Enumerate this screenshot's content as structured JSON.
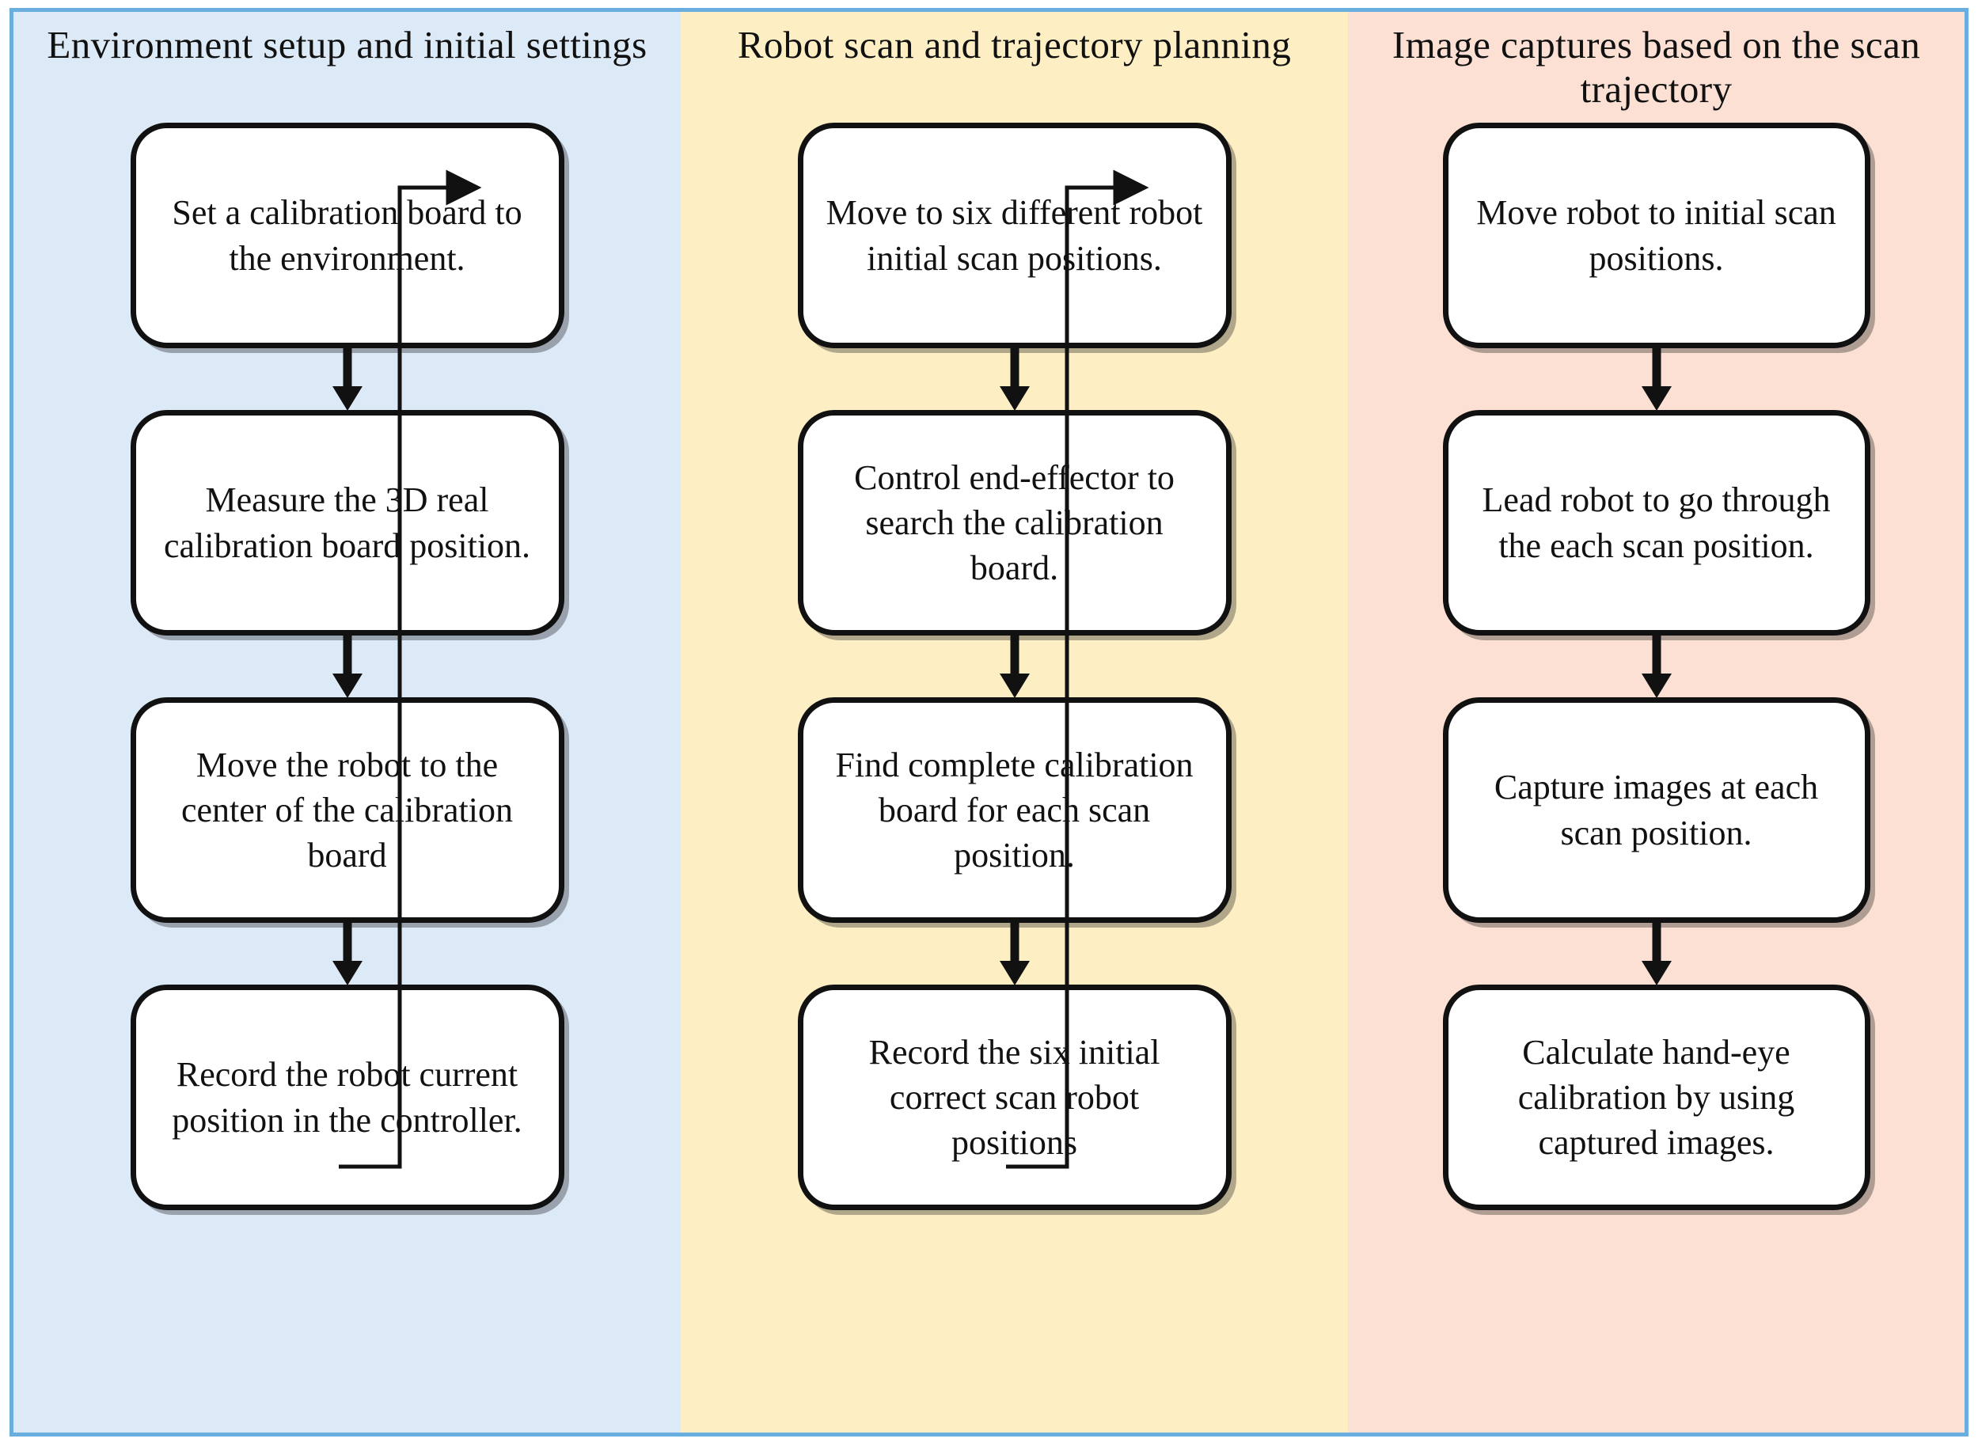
{
  "figure": {
    "type": "flowchart",
    "title": "Hand-eye calibration scan workflow",
    "orientation": "left-to-right, three stages",
    "colors": {
      "stage1_background": "#dce9f6",
      "stage2_background": "#fdeec4",
      "stage3_background": "#fbe0d3",
      "panel_border": "#6aaee0",
      "node_border": "#111111",
      "node_fill": "#ffffff",
      "connector": "#111111"
    }
  },
  "columns": [
    {
      "id": "stage-1",
      "header": "Environment setup and initial settings",
      "nodes": [
        {
          "id": "s1n1",
          "text": "Set a calibration board to the environment."
        },
        {
          "id": "s1n2",
          "text": "Measure the 3D real calibration board position."
        },
        {
          "id": "s1n3",
          "text": "Move the robot to the center of the calibration board"
        },
        {
          "id": "s1n4",
          "text": "Record the robot current position in the controller."
        }
      ]
    },
    {
      "id": "stage-2",
      "header": "Robot scan and trajectory planning",
      "nodes": [
        {
          "id": "s2n1",
          "text": "Move to six different robot initial scan positions."
        },
        {
          "id": "s2n2",
          "text": "Control end-effector to search the calibration board."
        },
        {
          "id": "s2n3",
          "text": "Find complete calibration board for each scan position."
        },
        {
          "id": "s2n4",
          "text": "Record the six initial correct scan robot positions"
        }
      ]
    },
    {
      "id": "stage-3",
      "header": "Image captures based on the scan trajectory",
      "nodes": [
        {
          "id": "s3n1",
          "text": "Move robot to initial scan positions."
        },
        {
          "id": "s3n2",
          "text": "Lead robot to go through the each scan position."
        },
        {
          "id": "s3n3",
          "text": "Capture images at each scan position."
        },
        {
          "id": "s3n4",
          "text": "Calculate hand-eye calibration by using captured images."
        }
      ]
    }
  ],
  "connectors": {
    "within_column": [
      {
        "from": "s1n1",
        "to": "s1n2",
        "style": "arrow-down"
      },
      {
        "from": "s1n2",
        "to": "s1n3",
        "style": "arrow-down"
      },
      {
        "from": "s1n3",
        "to": "s1n4",
        "style": "arrow-down"
      },
      {
        "from": "s2n1",
        "to": "s2n2",
        "style": "arrow-down"
      },
      {
        "from": "s2n2",
        "to": "s2n3",
        "style": "arrow-down"
      },
      {
        "from": "s2n3",
        "to": "s2n4",
        "style": "arrow-down"
      },
      {
        "from": "s3n1",
        "to": "s3n2",
        "style": "arrow-down"
      },
      {
        "from": "s3n2",
        "to": "s3n3",
        "style": "arrow-down"
      },
      {
        "from": "s3n3",
        "to": "s3n4",
        "style": "arrow-down"
      }
    ],
    "between_columns": [
      {
        "from": "s1n4",
        "to": "s2n1",
        "style": "elbow-right-up-right-arrow"
      },
      {
        "from": "s2n4",
        "to": "s3n1",
        "style": "elbow-right-up-right-arrow"
      }
    ]
  }
}
